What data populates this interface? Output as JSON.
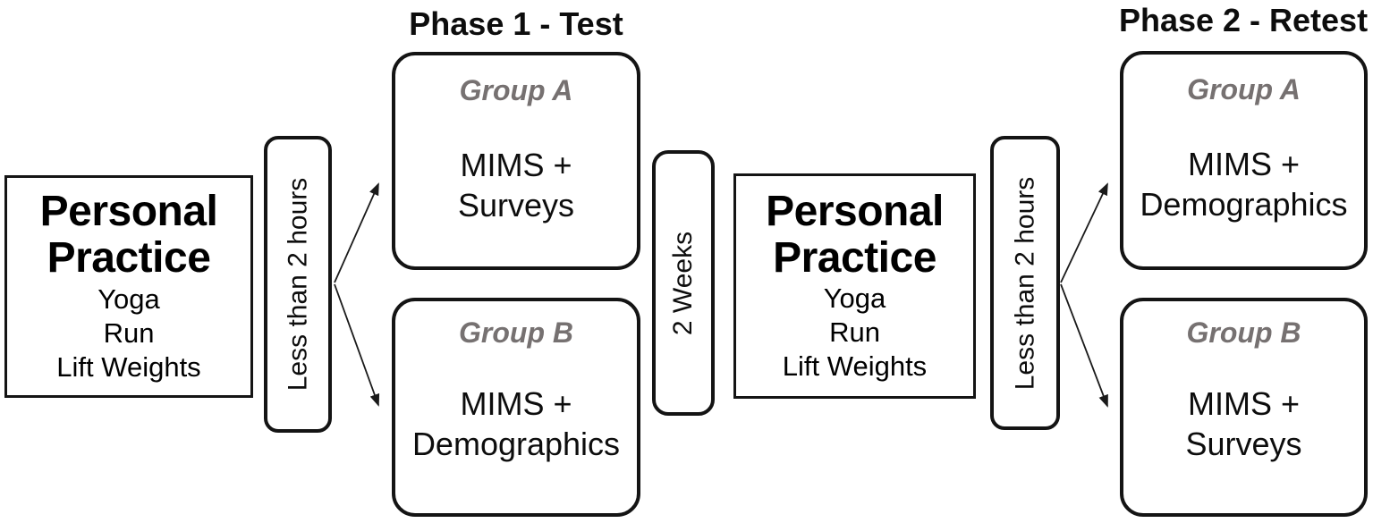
{
  "diagram": {
    "phase1": {
      "title": "Phase 1 - Test",
      "practice": {
        "title": "Personal Practice",
        "items": [
          "Yoga",
          "Run",
          "Lift Weights"
        ]
      },
      "gate": "Less than 2 hours",
      "group_a": {
        "label": "Group A",
        "lines": [
          "MIMS +",
          "Surveys"
        ]
      },
      "group_b": {
        "label": "Group B",
        "lines": [
          "MIMS +",
          "Demographics"
        ]
      }
    },
    "interval": {
      "label": "2 Weeks"
    },
    "phase2": {
      "title": "Phase 2 - Retest",
      "practice": {
        "title": "Personal Practice",
        "items": [
          "Yoga",
          "Run",
          "Lift Weights"
        ]
      },
      "gate": "Less than 2 hours",
      "group_a": {
        "label": "Group A",
        "lines": [
          "MIMS +",
          "Demographics"
        ]
      },
      "group_b": {
        "label": "Group B",
        "lines": [
          "MIMS +",
          "Surveys"
        ]
      }
    },
    "colors": {
      "border": "#141414",
      "text": "#0d0d0d",
      "group_label": "#767171",
      "background": "#ffffff"
    }
  }
}
